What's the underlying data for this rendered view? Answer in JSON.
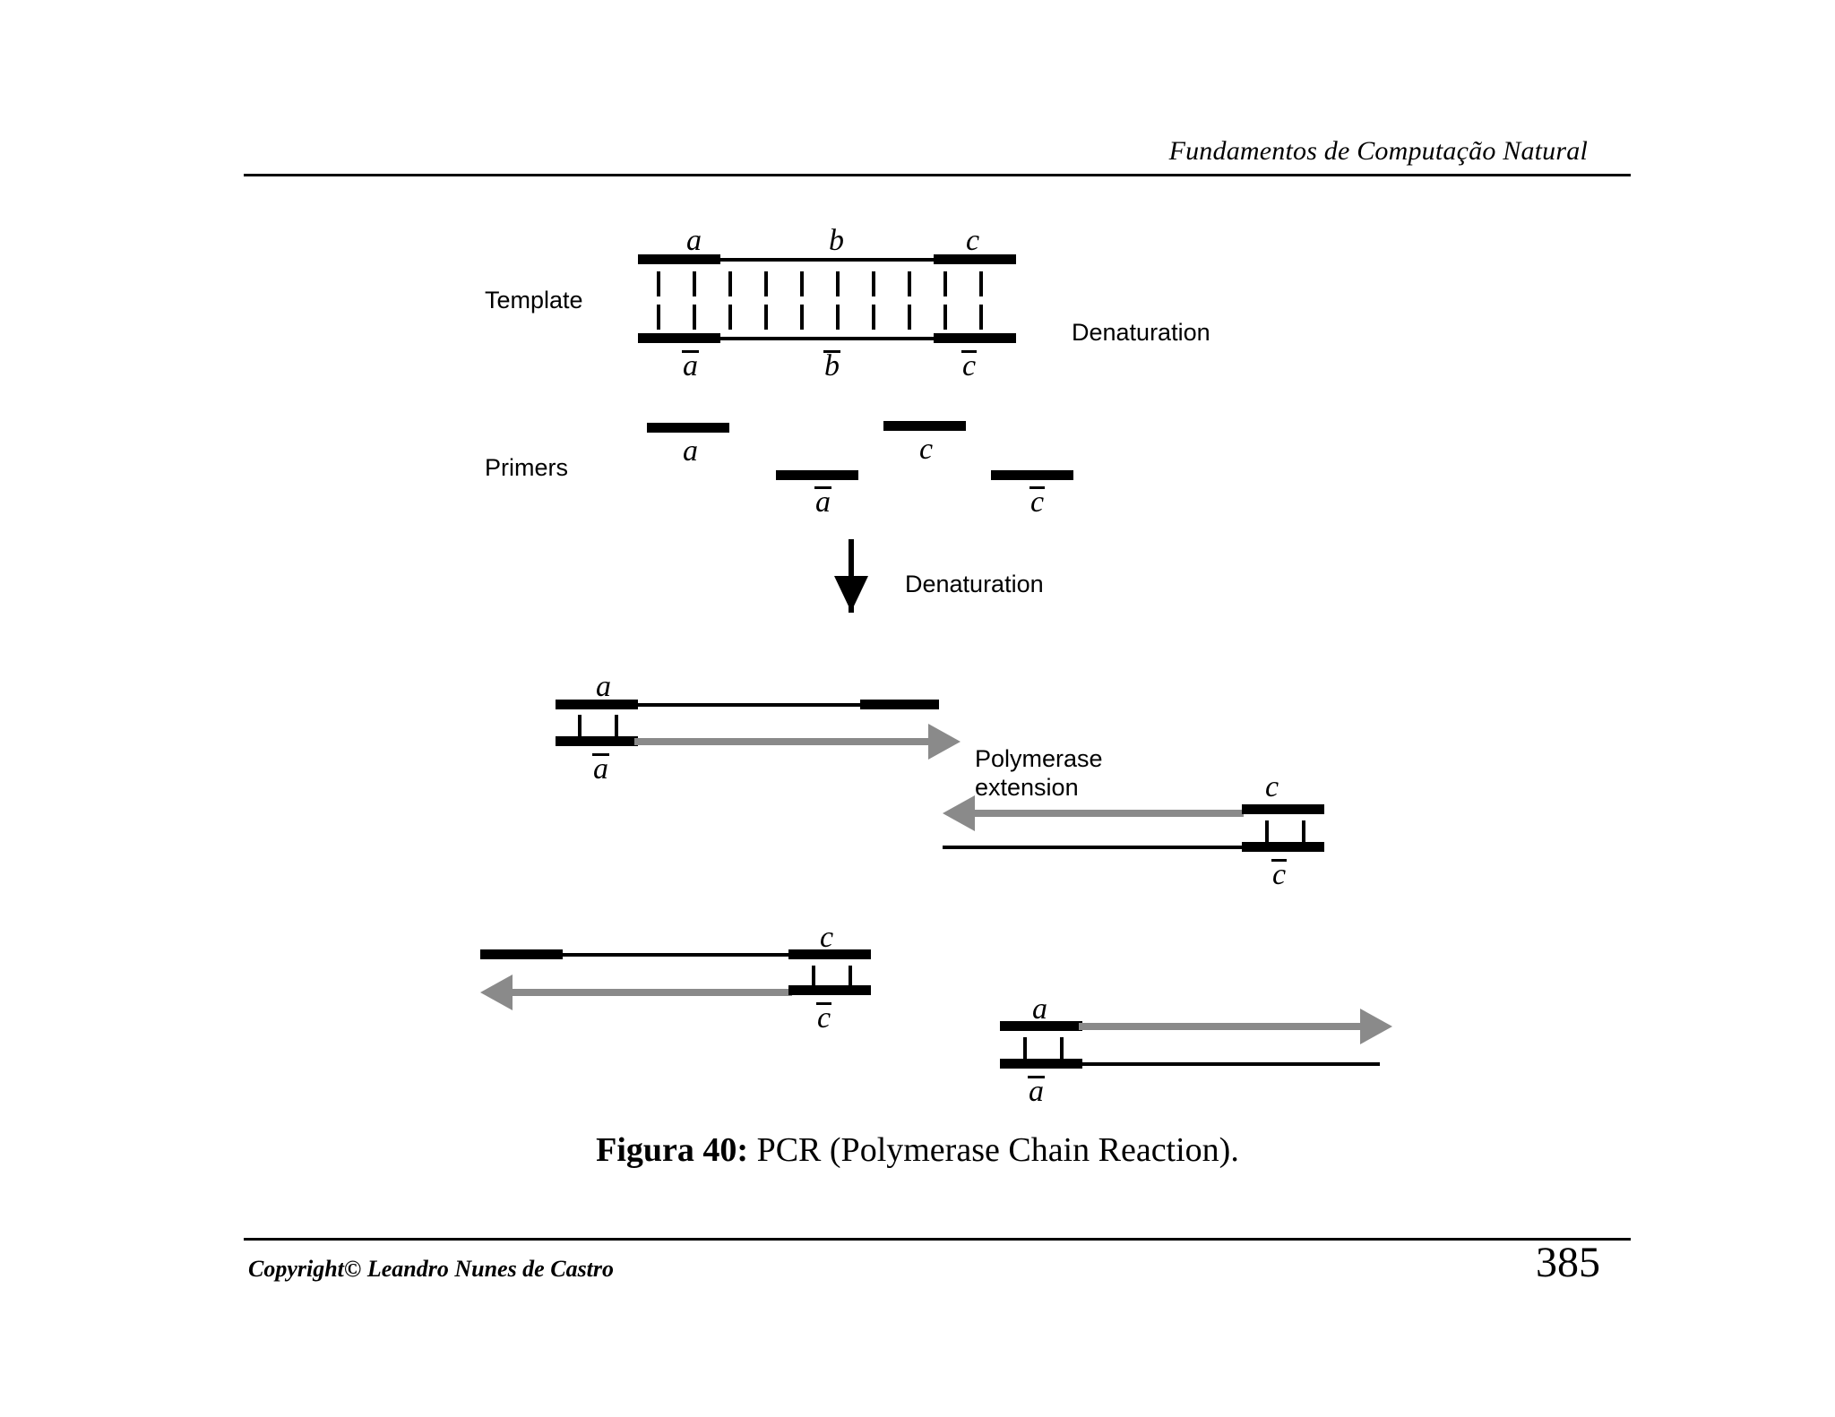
{
  "header": {
    "title": "Fundamentos de Computação Natural"
  },
  "footer": {
    "copyright": "Copyright© Leandro Nunes de Castro",
    "page_number": "385"
  },
  "caption": {
    "prefix": "Figura 40:",
    "text": " PCR (Polymerase Chain Reaction)."
  },
  "figure": {
    "side_labels": {
      "template": "Template",
      "primers": "Primers"
    },
    "step_labels": {
      "denaturation_top": "Denaturation",
      "denaturation_arrow": "Denaturation",
      "polymerase_line1": "Polymerase",
      "polymerase_line2": "extension"
    },
    "strand_letters": {
      "a": "a",
      "b": "b",
      "c": "c",
      "a_bar": "a",
      "b_bar": "b",
      "c_bar": "c"
    },
    "colors": {
      "strand": "#000000",
      "polymerase_arrow": "#8a8a8a",
      "background": "#ffffff"
    },
    "template": {
      "top_labels": [
        "a",
        "b",
        "c"
      ],
      "bottom_labels": [
        "a",
        "b",
        "c"
      ],
      "bond_ticks": 10
    },
    "primers": {
      "upper_row": [
        "a",
        "c"
      ],
      "lower_row": [
        "a",
        "c"
      ]
    },
    "products": {
      "left_upper": {
        "primer": "a",
        "complement": "a",
        "direction": "right"
      },
      "right_upper": {
        "primer": "c",
        "complement": "c",
        "direction": "left"
      },
      "left_lower": {
        "primer": "c",
        "complement": "c",
        "direction": "left"
      },
      "right_lower": {
        "primer": "a",
        "complement": "a",
        "direction": "right"
      }
    }
  }
}
